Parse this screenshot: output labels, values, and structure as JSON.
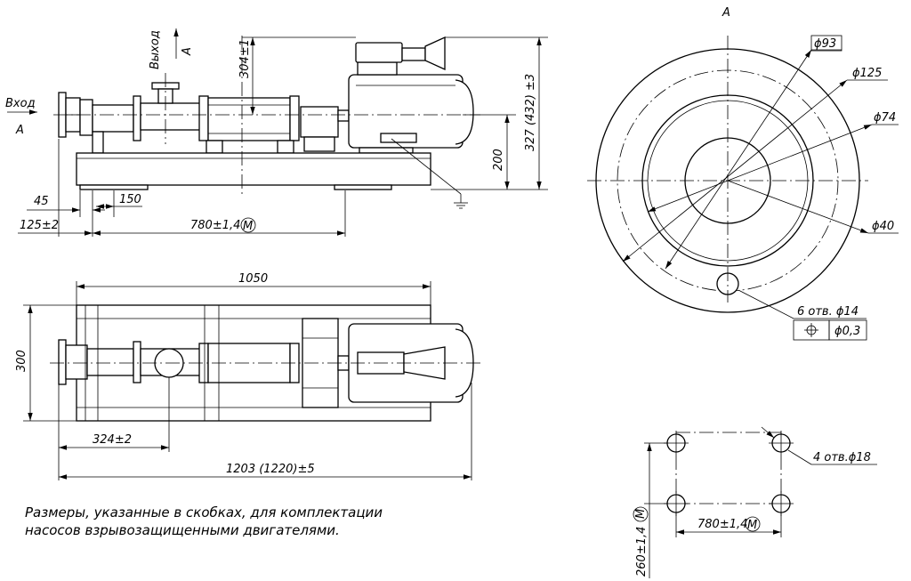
{
  "front_view": {
    "inlet_label": "Вход",
    "inlet_view": "A",
    "outlet_label": "Выход",
    "outlet_view": "A",
    "dims": {
      "outlet_height": "304±1",
      "shaft_height": "200",
      "total_height": "327 (432) ±3",
      "d45": "45",
      "d150": "150",
      "d125": "125±2",
      "d780": "780±1,4",
      "d780_symbol": "M"
    }
  },
  "top_view": {
    "dims": {
      "d1050": "1050",
      "d300": "300",
      "d324": "324±2",
      "d1203": "1203 (1220)±5"
    }
  },
  "view_a": {
    "title": "A",
    "dims": {
      "d93": "ϕ93",
      "d125": "ϕ125",
      "d74": "ϕ74",
      "d40": "ϕ40",
      "holes": "6 отв. ϕ14",
      "tol_symbol": "⌖",
      "tol_value": "ϕ0,3"
    }
  },
  "mount_plan": {
    "holes": "4 отв.ϕ18",
    "d780": "780±1,4",
    "d780_symbol": "M",
    "d260": "260±1,4",
    "d260_symbol": "M"
  },
  "note": {
    "line1": "Размеры, указанные в скобках, для комплектации",
    "line2": "насосов взрывозащищенными двигателями."
  }
}
